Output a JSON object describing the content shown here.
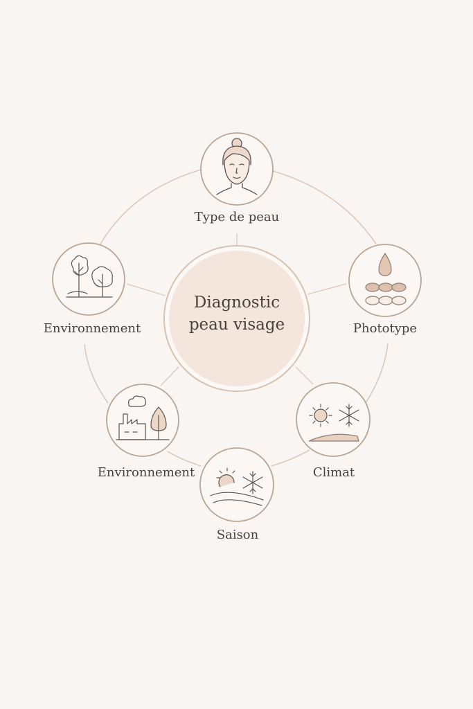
{
  "center": {
    "line1": "Diagnostic",
    "line2": "peau visage"
  },
  "nodes": [
    {
      "label": "Type de peau",
      "icon": "woman-face-icon"
    },
    {
      "label": "Phototype",
      "icon": "droplet-skin-tones-icon"
    },
    {
      "label": "Climat",
      "icon": "sun-snowflake-icon"
    },
    {
      "label": "Saison",
      "icon": "sun-snowflake-hill-icon"
    },
    {
      "label": "Environnement",
      "icon": "factory-tree-icon"
    },
    {
      "label": "Environnement",
      "icon": "trees-icon"
    }
  ],
  "colors": {
    "background": "#f8f5f3",
    "line": "#d9c4b4",
    "node_stroke": "#b9a595",
    "center_fill": "#f5e7de",
    "icon_stroke": "#5e524b",
    "accent_fill": "#ead4c4"
  }
}
